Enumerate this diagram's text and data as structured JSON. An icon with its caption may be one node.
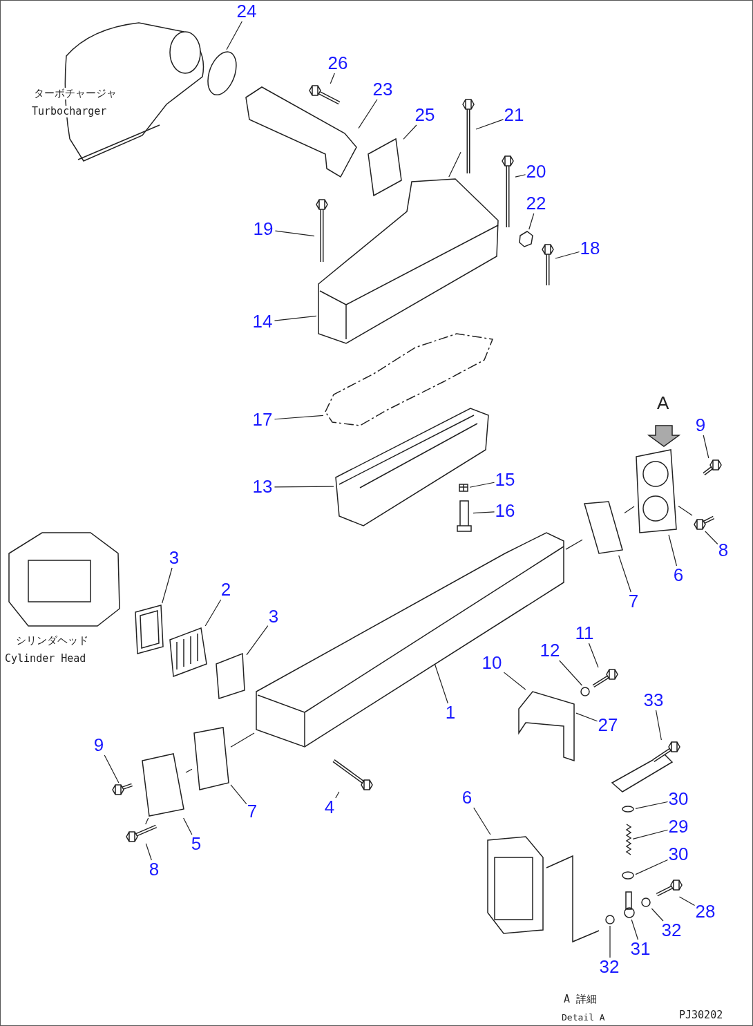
{
  "diagram": {
    "nodes": [
      {
        "text": [
          "24"
        ]
      },
      {
        "text": [
          "26"
        ]
      },
      {
        "text": [
          "23"
        ]
      },
      {
        "text": [
          "25"
        ]
      },
      {
        "text": [
          "21"
        ]
      },
      {
        "text": [
          "20"
        ]
      },
      {
        "text": [
          "22"
        ]
      },
      {
        "text": [
          "19"
        ]
      },
      {
        "text": [
          "18"
        ]
      },
      {
        "text": [
          "14"
        ]
      },
      {
        "text": [
          "17"
        ]
      },
      {
        "text": [
          "13"
        ]
      },
      {
        "text": [
          "15"
        ]
      },
      {
        "text": [
          "16"
        ]
      },
      {
        "text": [
          "9"
        ]
      },
      {
        "text": [
          "8"
        ]
      },
      {
        "text": [
          "6"
        ]
      },
      {
        "text": [
          "7"
        ]
      },
      {
        "text": [
          "3"
        ]
      },
      {
        "text": [
          "2"
        ]
      },
      {
        "text": [
          "3"
        ]
      },
      {
        "text": [
          "11"
        ]
      },
      {
        "text": [
          "12"
        ]
      },
      {
        "text": [
          "10"
        ]
      },
      {
        "text": [
          "1"
        ]
      },
      {
        "text": [
          "27"
        ]
      },
      {
        "text": [
          "33"
        ]
      },
      {
        "text": [
          "9"
        ]
      },
      {
        "text": [
          "7"
        ]
      },
      {
        "text": [
          "4"
        ]
      },
      {
        "text": [
          "30"
        ]
      },
      {
        "text": [
          "29"
        ]
      },
      {
        "text": [
          "6"
        ]
      },
      {
        "text": [
          "30"
        ]
      },
      {
        "text": [
          "5"
        ]
      },
      {
        "text": [
          "8"
        ]
      },
      {
        "text": [
          "28"
        ]
      },
      {
        "text": [
          "32"
        ]
      },
      {
        "text": [
          "31"
        ]
      },
      {
        "text": [
          "32"
        ]
      },
      {
        "text": [],
        "shape": "picture"
      },
      {
        "text": [],
        "shape": "picture"
      },
      {
        "text": [],
        "shape": "picture"
      },
      {
        "text": [],
        "shape": "picture"
      },
      {
        "text": [],
        "shape": "picture"
      },
      {
        "text": [],
        "shape": "picture"
      },
      {
        "text": [],
        "shape": "picture"
      },
      {
        "text": [],
        "shape": "picture"
      },
      {
        "text": [],
        "shape": "picture"
      },
      {
        "text": [],
        "shape": "picture"
      },
      {
        "text": [],
        "shape": "picture"
      },
      {
        "text": [],
        "shape": "picture"
      },
      {
        "text": [],
        "shape": "picture"
      },
      {
        "text": [],
        "shape": "picture"
      },
      {
        "text": [],
        "shape": "picture"
      },
      {
        "text": [],
        "shape": "picture"
      },
      {
        "text": [],
        "shape": "picture"
      },
      {
        "text": [],
        "shape": "picture"
      },
      {
        "text": [],
        "shape": "picture"
      },
      {
        "text": [],
        "shape": "picture"
      },
      {
        "text": [],
        "shape": "picture"
      },
      {
        "text": [],
        "shape": "picture"
      },
      {
        "text": [],
        "shape": "picture"
      },
      {
        "text": [],
        "shape": "picture"
      },
      {
        "text": [],
        "shape": "picture"
      },
      {
        "text": [],
        "shape": "picture"
      },
      {
        "text": [],
        "shape": "picture"
      },
      {
        "text": [],
        "shape": "picture"
      },
      {
        "text": [],
        "shape": "picture"
      },
      {
        "text": [],
        "shape": "picture"
      },
      {
        "text": [],
        "shape": "picture"
      },
      {
        "text": [],
        "shape": "picture"
      },
      {
        "text": [],
        "shape": "picture"
      },
      {
        "text": [],
        "shape": "picture"
      },
      {
        "text": [],
        "shape": "picture"
      },
      {
        "text": [],
        "shape": "picture"
      },
      {
        "text": [],
        "shape": "picture"
      },
      {
        "text": [],
        "shape": "picture"
      },
      {
        "text": [],
        "shape": "picture"
      }
    ],
    "edges": [
      {
        "from": 0,
        "to": 40,
        "arrow": "none"
      },
      {
        "from": 1,
        "to": 41,
        "arrow": "none"
      },
      {
        "from": 2,
        "to": 42,
        "arrow": "none"
      },
      {
        "from": 3,
        "to": 43,
        "arrow": "none"
      },
      {
        "from": 4,
        "to": 44,
        "arrow": "none"
      },
      {
        "from": 5,
        "to": 45,
        "arrow": "none"
      },
      {
        "from": 6,
        "to": 46,
        "arrow": "none"
      },
      {
        "from": 7,
        "to": 47,
        "arrow": "none"
      },
      {
        "from": 8,
        "to": 48,
        "arrow": "none"
      },
      {
        "from": 9,
        "to": 49,
        "arrow": "none"
      },
      {
        "from": 10,
        "to": 50,
        "arrow": "none"
      },
      {
        "from": 11,
        "to": 51,
        "arrow": "none"
      },
      {
        "from": 12,
        "to": 52,
        "arrow": "none"
      },
      {
        "from": 13,
        "to": 53,
        "arrow": "none"
      },
      {
        "from": 14,
        "to": 54,
        "arrow": "none"
      },
      {
        "from": 15,
        "to": 55,
        "arrow": "none"
      },
      {
        "from": 16,
        "to": 56,
        "arrow": "none"
      },
      {
        "from": 17,
        "to": 57,
        "arrow": "none"
      },
      {
        "from": 18,
        "to": 58,
        "arrow": "none"
      },
      {
        "from": 19,
        "to": 59,
        "arrow": "none"
      },
      {
        "from": 20,
        "to": 60,
        "arrow": "none"
      },
      {
        "from": 21,
        "to": 61,
        "arrow": "none"
      },
      {
        "from": 22,
        "to": 62,
        "arrow": "none"
      },
      {
        "from": 23,
        "to": 63,
        "arrow": "none"
      },
      {
        "from": 24,
        "to": 64,
        "arrow": "none"
      },
      {
        "from": 25,
        "to": 63,
        "arrow": "none"
      },
      {
        "from": 26,
        "to": 65,
        "arrow": "none"
      },
      {
        "from": 27,
        "to": 66,
        "arrow": "none"
      },
      {
        "from": 28,
        "to": 67,
        "arrow": "none"
      },
      {
        "from": 29,
        "to": 68,
        "arrow": "none"
      },
      {
        "from": 30,
        "to": 69,
        "arrow": "none"
      },
      {
        "from": 31,
        "to": 70,
        "arrow": "none"
      },
      {
        "from": 32,
        "to": 71,
        "arrow": "none"
      },
      {
        "from": 33,
        "to": 72,
        "arrow": "none"
      },
      {
        "from": 34,
        "to": 73,
        "arrow": "none"
      },
      {
        "from": 35,
        "to": 74,
        "arrow": "none"
      },
      {
        "from": 36,
        "to": 75,
        "arrow": "none"
      },
      {
        "from": 37,
        "to": 76,
        "arrow": "none"
      },
      {
        "from": 38,
        "to": 77,
        "arrow": "none"
      },
      {
        "from": 39,
        "to": 78,
        "arrow": "none"
      },
      {
        "from": 55,
        "to": 56,
        "arrow": "none"
      },
      {
        "from": 56,
        "to": 57,
        "arrow": "none"
      },
      {
        "from": 57,
        "to": 64,
        "arrow": "none"
      },
      {
        "from": 74,
        "to": 73,
        "arrow": "none"
      },
      {
        "from": 73,
        "to": 67,
        "arrow": "none"
      },
      {
        "from": 67,
        "to": 64,
        "arrow": "none"
      },
      {
        "from": 44,
        "to": 49,
        "arrow": "none"
      }
    ],
    "labels": [
      "ターボチャージャ",
      "Turbocharger",
      "A",
      "シリンダヘッド",
      "Cylinder Head",
      "A 詳細",
      "Detail A",
      "PJ30202"
    ]
  }
}
